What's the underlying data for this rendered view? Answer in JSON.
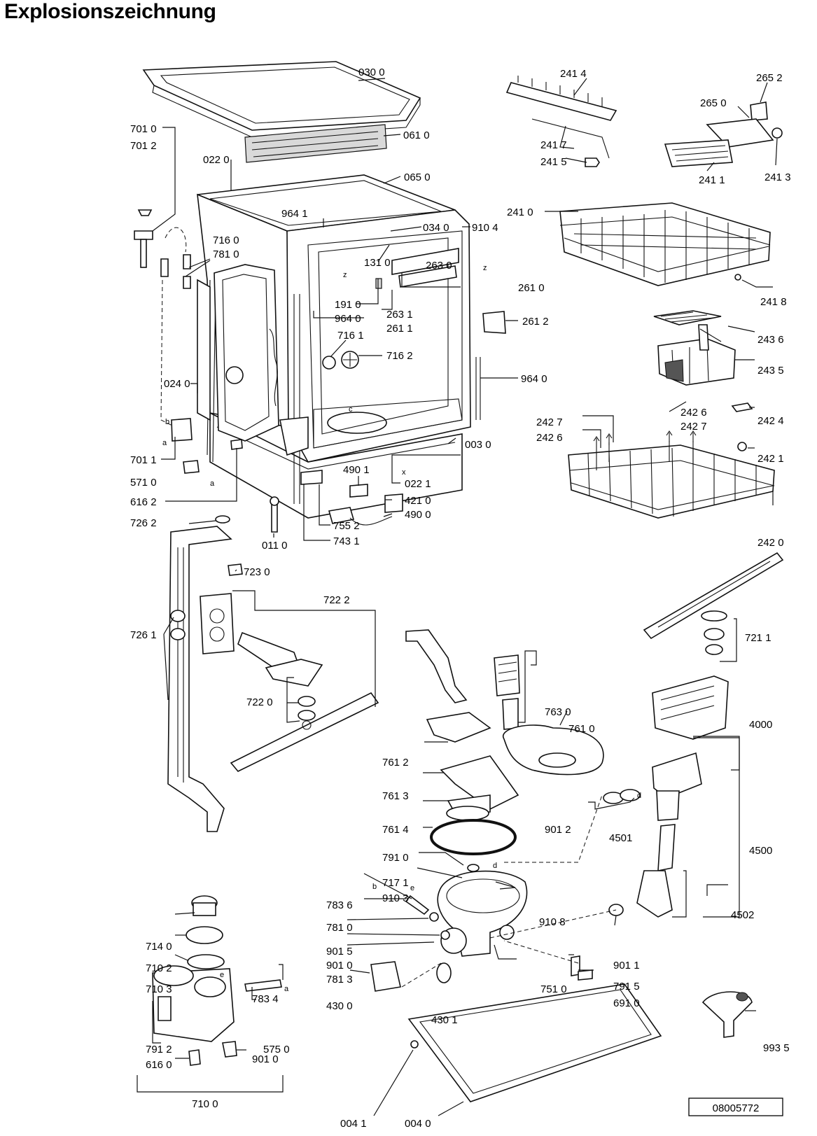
{
  "title": "Explosionszeichnung",
  "doc_number": "08005772",
  "labels": {
    "l0300": "030 0",
    "l0610": "061 0",
    "l0220": "022 0",
    "l0650": "065 0",
    "l7010": "701 0",
    "l7012": "701 2",
    "l9641": "964 1",
    "l0340": "034 0",
    "l9104": "910 4",
    "l7160": "716 0",
    "l7810": "781 0",
    "l1310": "131 0",
    "l2630": "263 0",
    "l2610": "261 0",
    "l1910": "191 0",
    "l2631": "263 1",
    "l9640a": "964 0",
    "l2611": "261 1",
    "l2612": "261 2",
    "l7161": "716 1",
    "l7162": "716 2",
    "l9640b": "964 0",
    "l0240": "024 0",
    "l0030": "003 0",
    "l7011": "701 1",
    "l5710": "571 0",
    "l6162": "616 2",
    "l4901": "490 1",
    "l0221": "022 1",
    "l4210": "421 0",
    "l4900": "490 0",
    "l7552": "755 2",
    "l7431": "743 1",
    "l7262": "726 2",
    "l0110": "011 0",
    "l7230": "723 0",
    "l7222": "722 2",
    "l7261": "726 1",
    "l7220": "722 0",
    "l2414": "241 4",
    "l2417": "241 7",
    "l2415": "241 5",
    "l2652": "265 2",
    "l2650": "265 0",
    "l2411": "241 1",
    "l2413": "241 3",
    "l2410": "241 0",
    "l2418": "241 8",
    "l2436": "243 6",
    "l2435": "243 5",
    "l2424": "242 4",
    "l2427a": "242 7",
    "l2426a": "242 6",
    "l2426b": "242 6",
    "l2427b": "242 7",
    "l2421": "242 1",
    "l2420": "242 0",
    "l7211": "721 1",
    "l7630": "763 0",
    "l7610": "761 0",
    "l4000": "4000",
    "l7612": "761 2",
    "l7613": "761 3",
    "l7614": "761 4",
    "l9012": "901 2",
    "l4501": "4501",
    "l4500": "4500",
    "l7910": "791 0",
    "l7171": "717 1",
    "l9103": "910 3",
    "l7836": "783 6",
    "l9108": "910 8",
    "l4502": "4502",
    "l7810b": "781 0",
    "l9015": "901 5",
    "l9010": "901 0",
    "l7813": "781 3",
    "l9011": "901 1",
    "l7510": "751 0",
    "l7915": "791 5",
    "l4300": "430 0",
    "l4301": "430 1",
    "l6910": "691 0",
    "l7140": "714 0",
    "l7102": "710 2",
    "l7103": "710 3",
    "l7834": "783 4",
    "l9010b": "901 0",
    "l7912": "791 2",
    "l6160": "616 0",
    "l5750": "575 0",
    "l7100": "710 0",
    "l9935": "993 5",
    "l0041": "004 1",
    "l0040": "004 0"
  },
  "letters": [
    "a",
    "b",
    "c",
    "d",
    "e",
    "x",
    "z"
  ]
}
